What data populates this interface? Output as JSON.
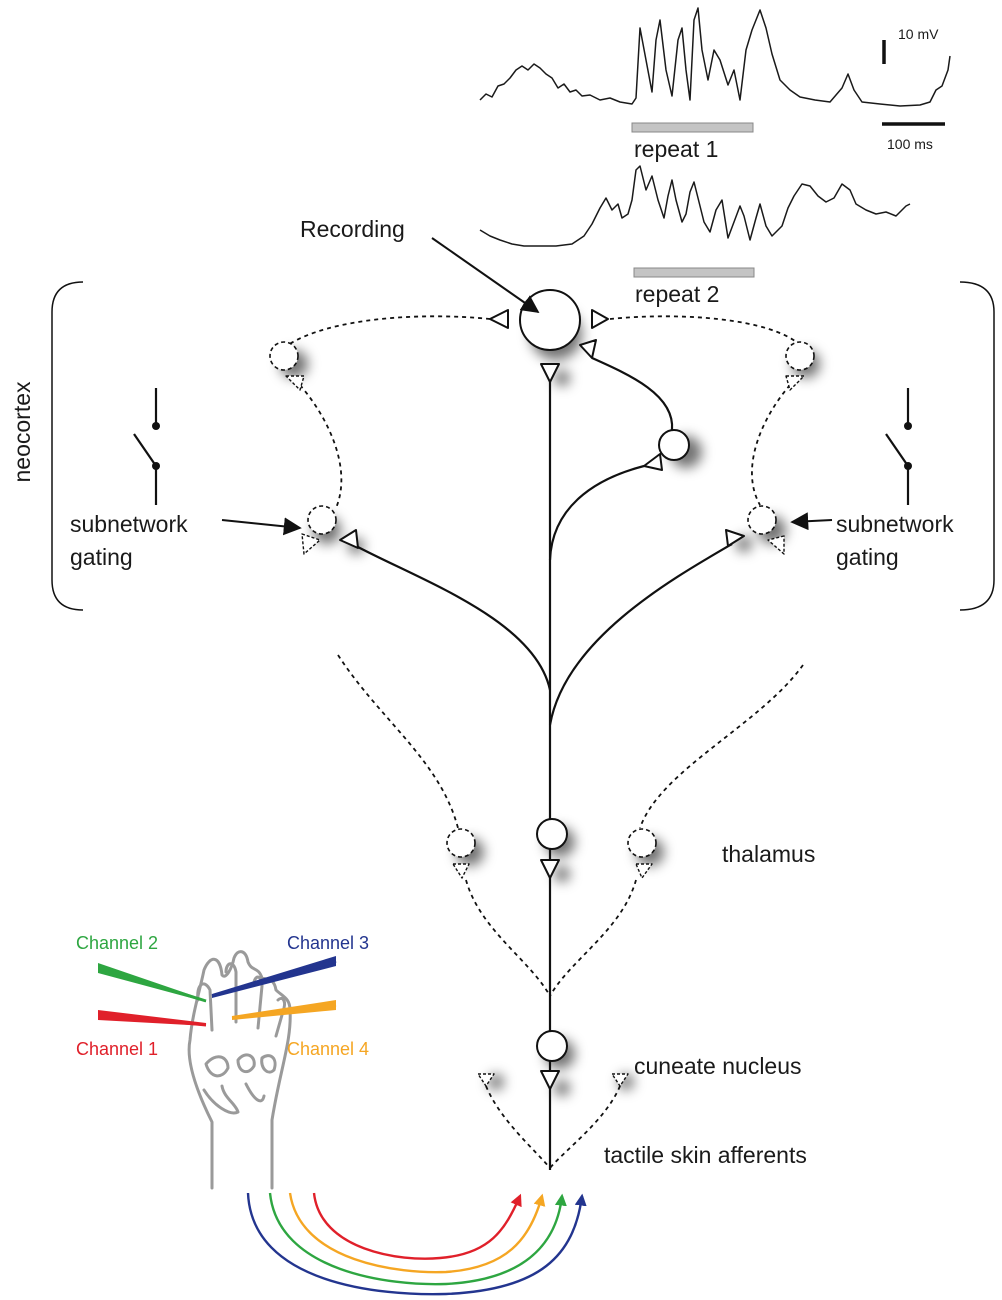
{
  "labels": {
    "scale_voltage": "10 mV",
    "scale_time": "100 ms",
    "repeat_1": "repeat 1",
    "repeat_2": "repeat 2",
    "recording": "Recording",
    "neocortex": "neocortex",
    "subnetwork_left_line1": "subnetwork",
    "subnetwork_left_line2": "gating",
    "subnetwork_right_line1": "subnetwork",
    "subnetwork_right_line2": "gating",
    "thalamus": "thalamus",
    "cuneate_nucleus": "cuneate nucleus",
    "tactile_skin_afferents": "tactile skin afferents"
  },
  "channels": [
    {
      "label": "Channel 1",
      "color": "#e0202a"
    },
    {
      "label": "Channel 2",
      "color": "#2ea641"
    },
    {
      "label": "Channel 3",
      "color": "#23358f"
    },
    {
      "label": "Channel 4",
      "color": "#f5a623"
    }
  ]
}
